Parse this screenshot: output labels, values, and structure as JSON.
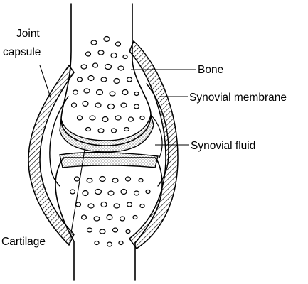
{
  "labels": {
    "joint_capsule_line1": "Joint",
    "joint_capsule_line2": "capsule",
    "bone": "Bone",
    "synovial_membrane": "Synovial membrane",
    "synovial_fluid": "Synovial fluid",
    "cartilage": "Cartilage"
  }
}
